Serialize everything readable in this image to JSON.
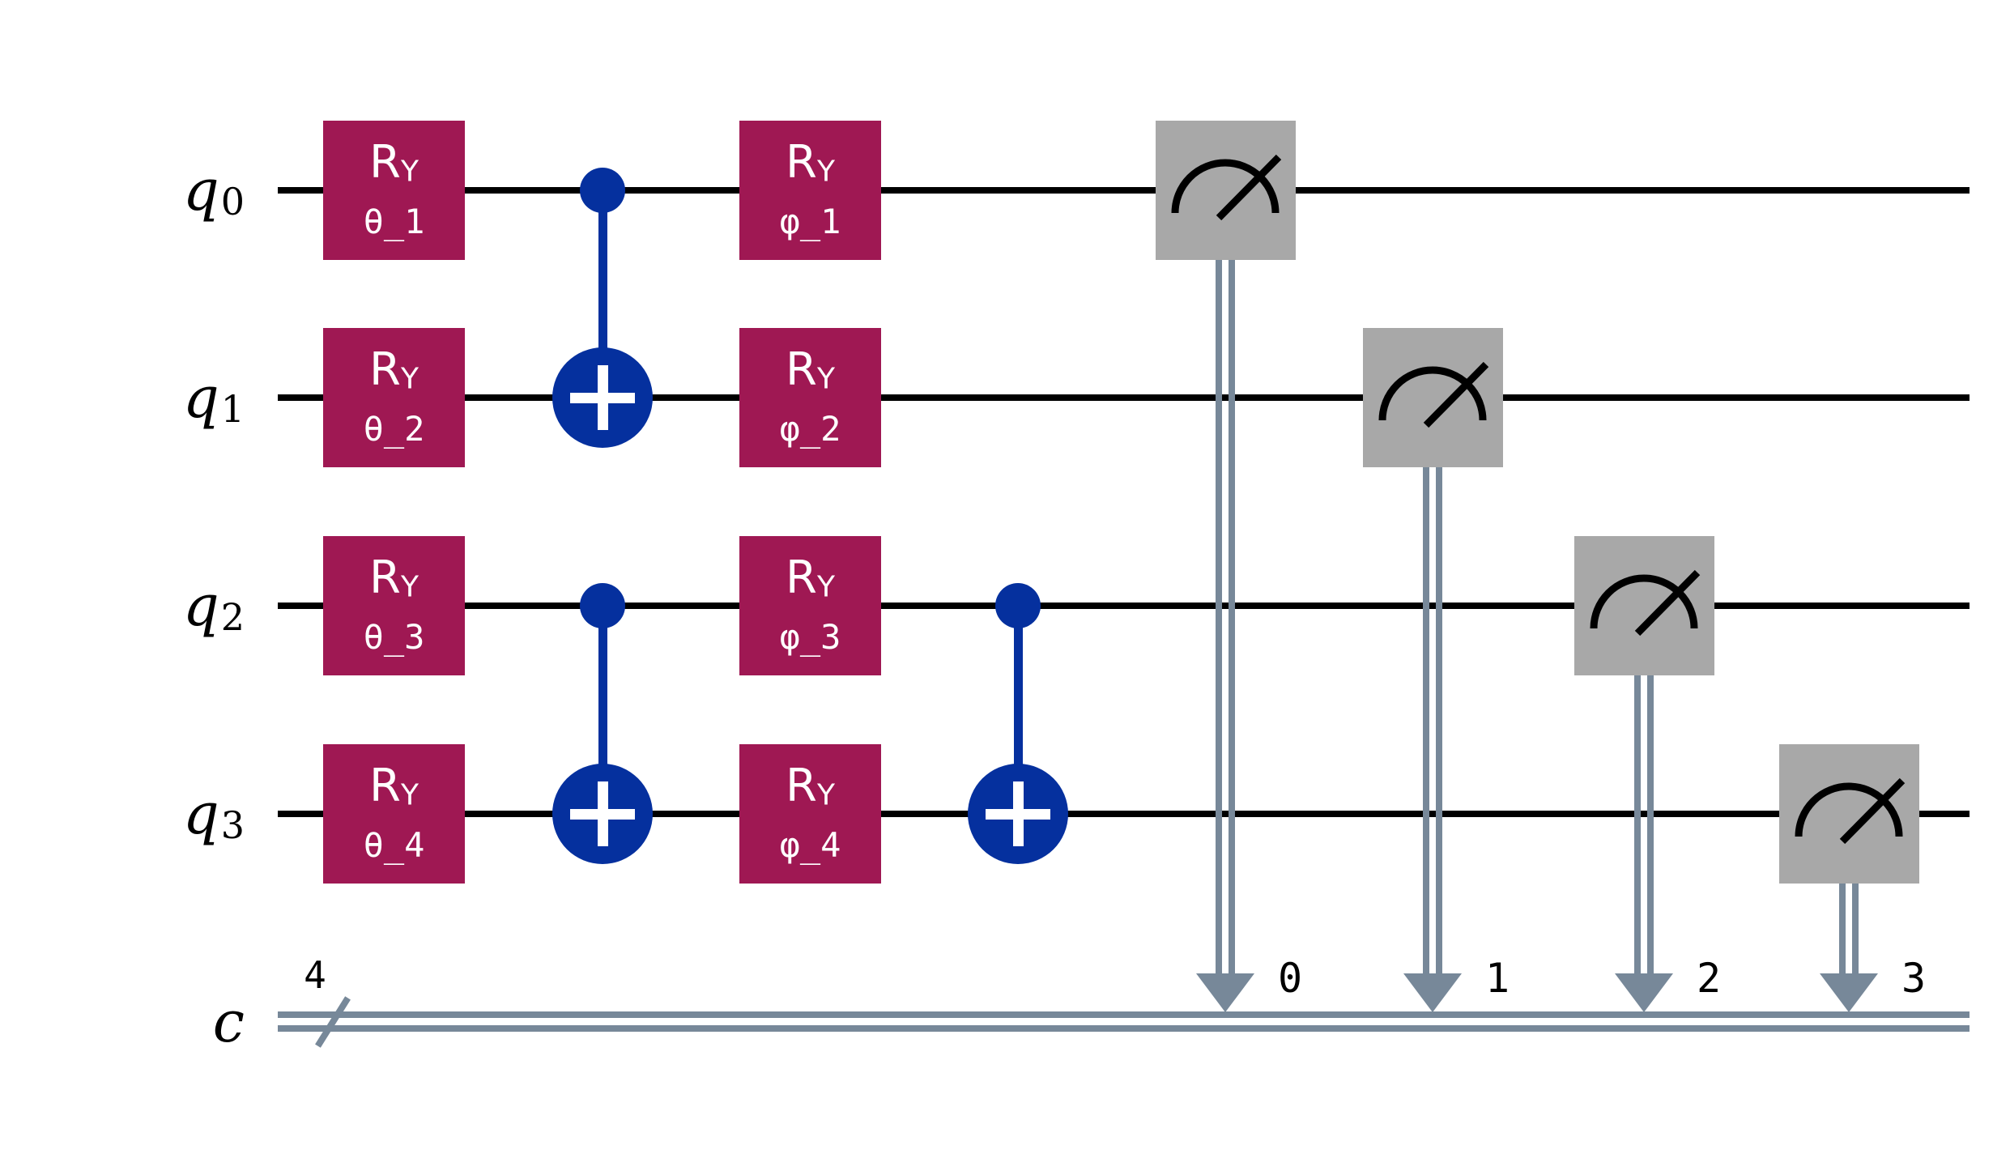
{
  "diagram_type": "quantum-circuit",
  "qubits": [
    {
      "name": "q",
      "sub": "0"
    },
    {
      "name": "q",
      "sub": "1"
    },
    {
      "name": "q",
      "sub": "2"
    },
    {
      "name": "q",
      "sub": "3"
    }
  ],
  "classical": {
    "name": "c",
    "bundle_size": "4",
    "bit_labels": [
      "0",
      "1",
      "2",
      "3"
    ]
  },
  "gates": {
    "ry_label": {
      "main": "R",
      "sub": "Y"
    },
    "theta_params": [
      "θ_1",
      "θ_2",
      "θ_3",
      "θ_4"
    ],
    "phi_params": [
      "φ_1",
      "φ_2",
      "φ_3",
      "φ_4"
    ]
  },
  "operations": [
    {
      "gate": "RY",
      "param": "θ_1",
      "qubit": 0
    },
    {
      "gate": "RY",
      "param": "θ_2",
      "qubit": 1
    },
    {
      "gate": "RY",
      "param": "θ_3",
      "qubit": 2
    },
    {
      "gate": "RY",
      "param": "θ_4",
      "qubit": 3
    },
    {
      "gate": "CX",
      "control": 0,
      "target": 1
    },
    {
      "gate": "CX",
      "control": 2,
      "target": 3
    },
    {
      "gate": "RY",
      "param": "φ_1",
      "qubit": 0
    },
    {
      "gate": "RY",
      "param": "φ_2",
      "qubit": 1
    },
    {
      "gate": "RY",
      "param": "φ_3",
      "qubit": 2
    },
    {
      "gate": "RY",
      "param": "φ_4",
      "qubit": 3
    },
    {
      "gate": "CX",
      "control": 2,
      "target": 3
    },
    {
      "gate": "measure",
      "qubit": 0,
      "clbit": 0
    },
    {
      "gate": "measure",
      "qubit": 1,
      "clbit": 1
    },
    {
      "gate": "measure",
      "qubit": 2,
      "clbit": 2
    },
    {
      "gate": "measure",
      "qubit": 3,
      "clbit": 3
    }
  ],
  "colors": {
    "ry_gate": "#9F1853",
    "cnot": "#05309E",
    "measure_box": "#A8A8A8",
    "classical_wire": "#778899",
    "quantum_wire": "#000000",
    "gate_text": "#FFFFFF",
    "background": "#FFFFFF"
  }
}
